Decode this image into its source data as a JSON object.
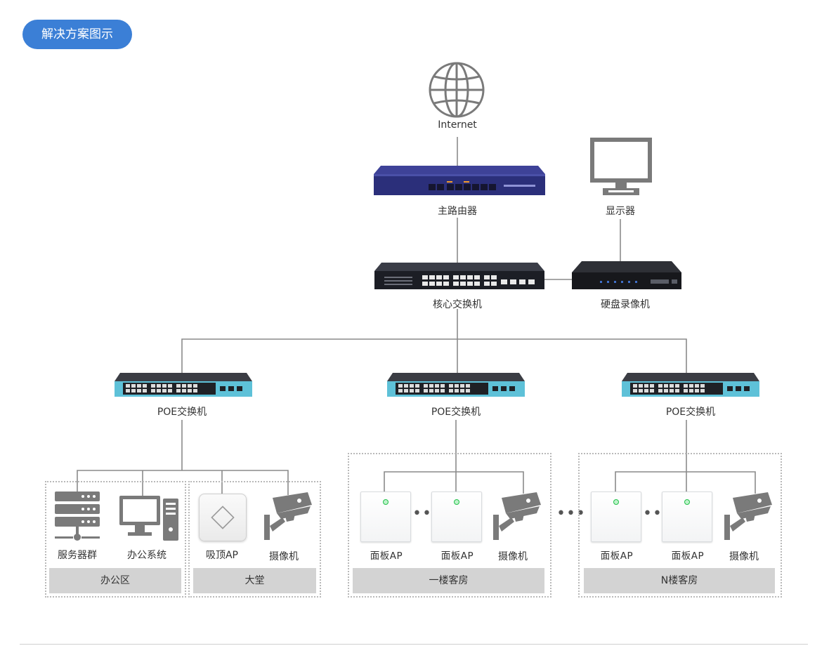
{
  "header": {
    "badge_title": "解决方案图示"
  },
  "colors": {
    "accent": "#3b7fd6",
    "line": "#8a8a8a",
    "zone_bar": "#d3d3d3",
    "switch_teal": "#5ec1d8",
    "router_blue": "#2c2f7a"
  },
  "nodes": {
    "internet": "Internet",
    "router": "主路由器",
    "monitor": "显示器",
    "core_switch": "核心交换机",
    "nvr": "硬盘录像机",
    "poe_1": "POE交换机",
    "poe_2": "POE交换机",
    "poe_3": "POE交换机"
  },
  "zones": {
    "office": {
      "name": "办公区",
      "items": [
        "服务器群",
        "办公系统"
      ]
    },
    "lobby": {
      "name": "大堂",
      "items": [
        "吸顶AP",
        "摄像机"
      ]
    },
    "floor1": {
      "name": "一楼客房",
      "items": [
        "面板AP",
        "面板AP",
        "摄像机"
      ]
    },
    "floorN": {
      "name": "N楼客房",
      "items": [
        "面板AP",
        "面板AP",
        "摄像机"
      ]
    }
  },
  "icons": [
    "globe-icon",
    "router-icon",
    "monitor-icon",
    "switch-icon",
    "nvr-icon",
    "server-rack-icon",
    "desktop-computer-icon",
    "ceiling-ap-icon",
    "panel-ap-icon",
    "camera-icon"
  ]
}
